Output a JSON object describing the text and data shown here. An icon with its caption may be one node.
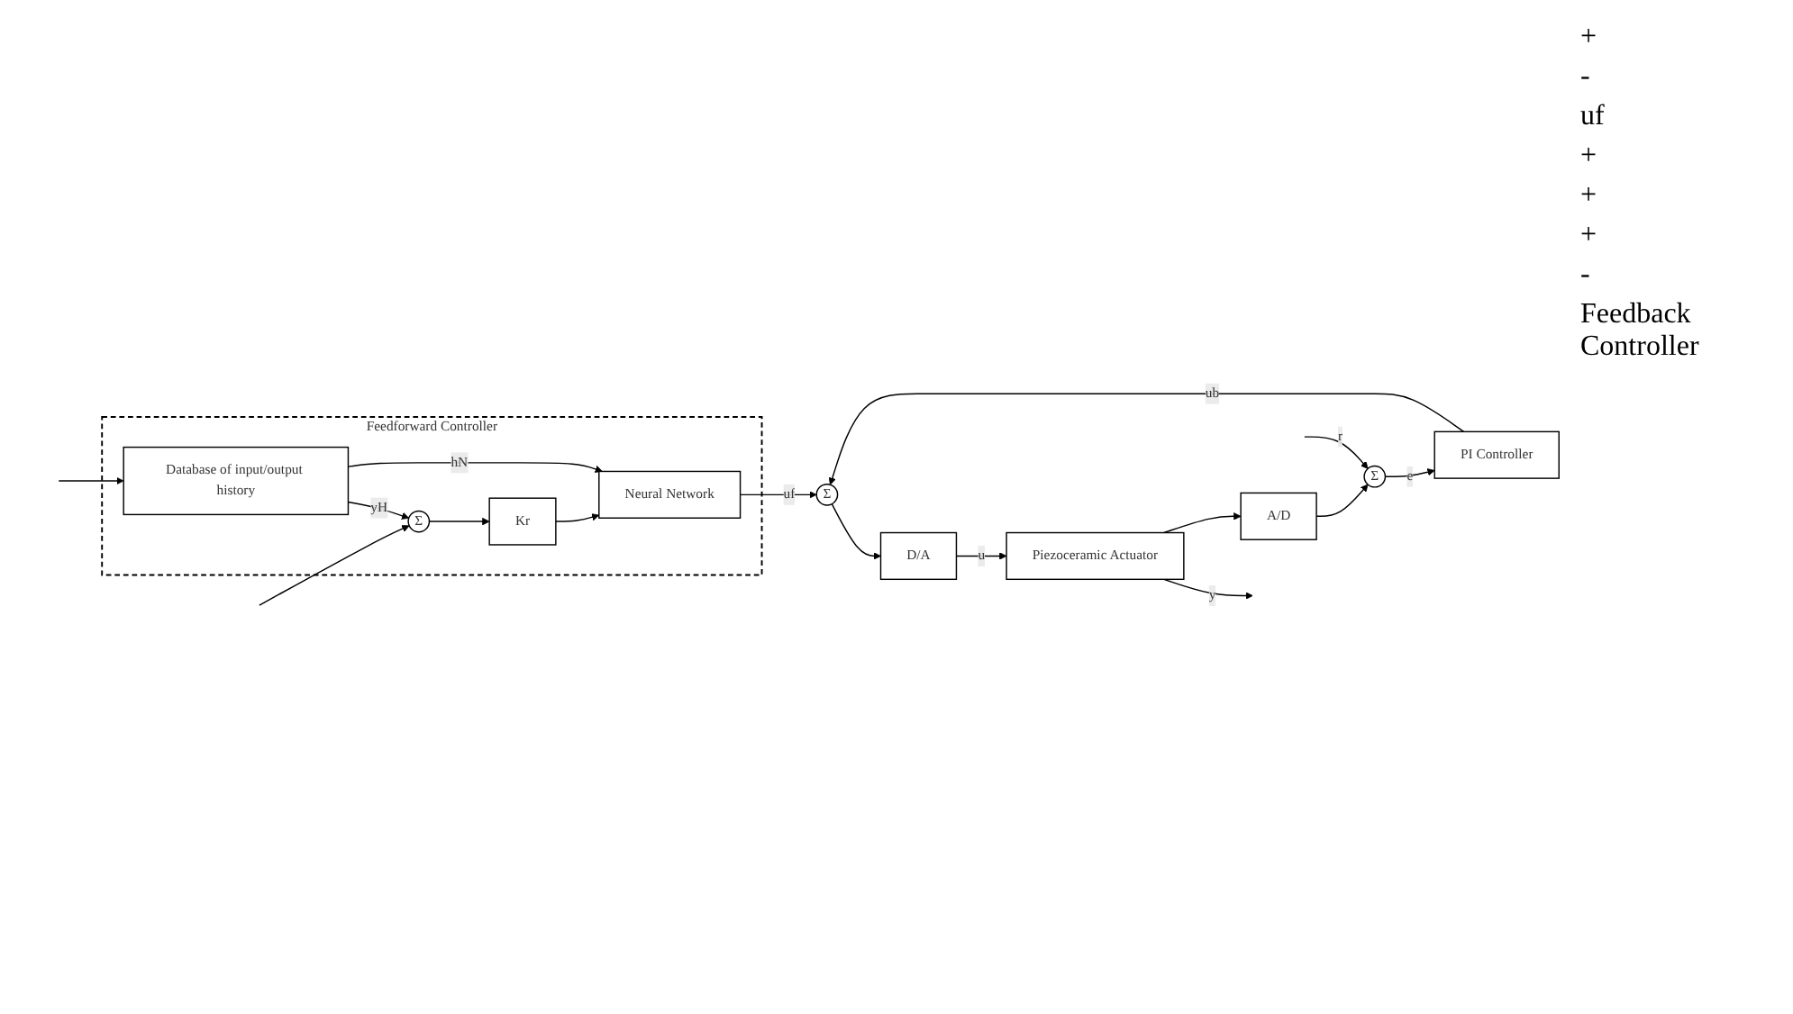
{
  "diagram": {
    "nodes": [
      {
        "text": [
          "Feedforward Controller"
        ]
      },
      {
        "text": [
          "Database of input/output history"
        ],
        "in": 0
      },
      {
        "text": [
          "Σ"
        ],
        "in": 0
      },
      {
        "text": [
          "Kr"
        ],
        "in": 0
      },
      {
        "text": [
          "Neural Network"
        ],
        "in": 0
      },
      {
        "text": [
          "Σ"
        ]
      },
      {
        "text": [
          "PI Controller"
        ]
      },
      {
        "text": [
          "Σ"
        ]
      },
      {
        "text": [
          "D/A"
        ]
      },
      {
        "text": [
          "Piezoceramic Actuator"
        ]
      },
      {
        "text": [
          "A/D"
        ]
      }
    ],
    "edges": [
      {
        "from": null,
        "to": 1,
        "arrow": "to"
      },
      {
        "from": null,
        "to": 2,
        "arrow": "to"
      },
      {
        "from": null,
        "to": 5,
        "arrow": "to",
        "label": "r"
      },
      {
        "from": 1,
        "to": 2,
        "arrow": "to",
        "label": "yH"
      },
      {
        "from": 1,
        "to": 4,
        "arrow": "to",
        "label": "hN"
      },
      {
        "from": 2,
        "to": 3,
        "arrow": "to"
      },
      {
        "from": 3,
        "to": 4,
        "arrow": "to"
      },
      {
        "from": 4,
        "to": 7,
        "arrow": "to",
        "label": "uf"
      },
      {
        "from": 5,
        "to": 6,
        "arrow": "to",
        "label": "e"
      },
      {
        "from": 6,
        "to": 7,
        "arrow": "to",
        "label": "ub"
      },
      {
        "from": 7,
        "to": 8,
        "arrow": "to"
      },
      {
        "from": 8,
        "to": 9,
        "arrow": "to",
        "label": "u"
      },
      {
        "from": 9,
        "to": null,
        "arrow": "to",
        "label": "y"
      },
      {
        "from": 9,
        "to": 10,
        "arrow": "to"
      },
      {
        "from": 10,
        "to": 5,
        "arrow": "to"
      }
    ],
    "labels": [
      "+",
      "-",
      "uf",
      "+",
      "+",
      "+",
      "-",
      "Feedback Controller"
    ]
  }
}
